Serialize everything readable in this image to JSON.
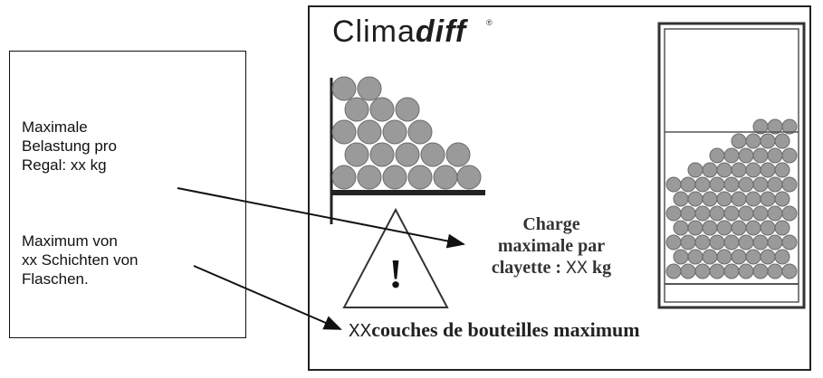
{
  "callouts": {
    "german_load": "Maximale\nBelastung pro\nRegal: xx kg",
    "german_layers": "Maximum von\nxx Schichten von\nFlaschen."
  },
  "label": {
    "brand_prefix": "Clima",
    "brand_suffix": "diff",
    "brand_mark": "®",
    "french_load_text": "Charge\nmaximale par\nclayette : ",
    "french_load_value": "XX",
    "french_load_unit": " kg",
    "french_layers_value": "XX",
    "french_layers_text": "couches de bouteilles maximum",
    "warning_symbol": "!"
  },
  "colors": {
    "bottle_fill": "#9a9a9a",
    "bottle_stroke": "#6a6a6a",
    "line": "#111111"
  }
}
